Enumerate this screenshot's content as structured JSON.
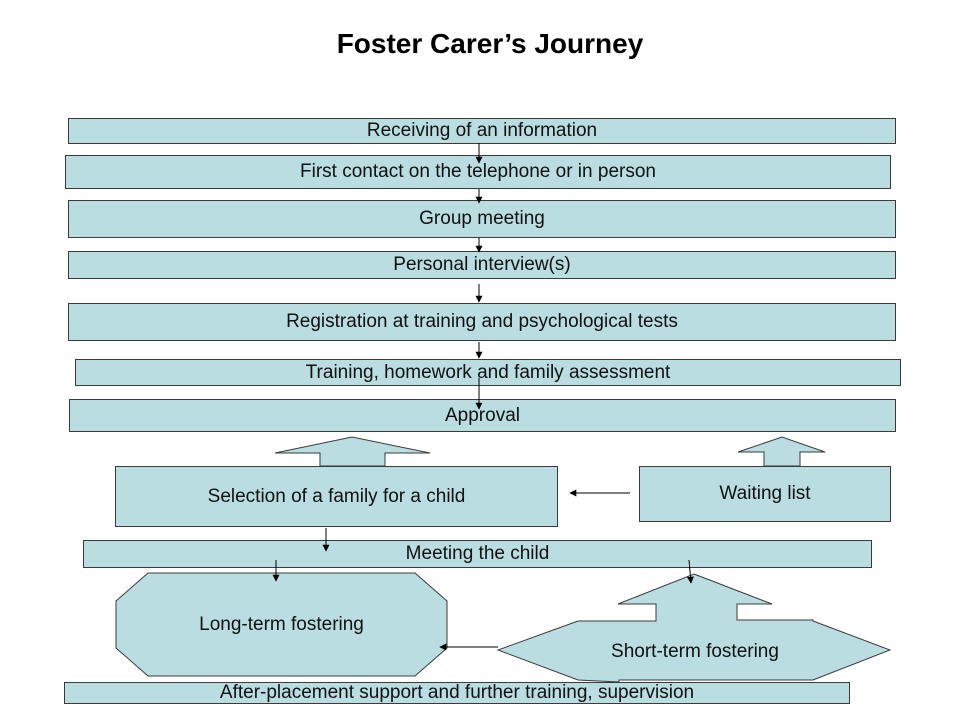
{
  "title": "Foster Carer’s Journey",
  "steps": {
    "receiving": "Receiving of an information",
    "first_contact": "First contact on the telephone or in person",
    "group_meeting": "Group meeting",
    "personal_interview": "Personal  interview(s)",
    "registration": "Registration at training and psychological tests",
    "training": "Training, homework and family assessment",
    "approval": "Approval",
    "selection": "Selection of a family for a child",
    "waiting_list": "Waiting list",
    "meeting_child": "Meeting the child",
    "long_term": "Long-term fostering",
    "short_term": "Short-term fostering",
    "after_placement": "After-placement support and further training, supervision"
  },
  "colors": {
    "box_fill": "#b9dde1",
    "box_stroke": "#3a3a3a",
    "arrow": "#000000"
  }
}
